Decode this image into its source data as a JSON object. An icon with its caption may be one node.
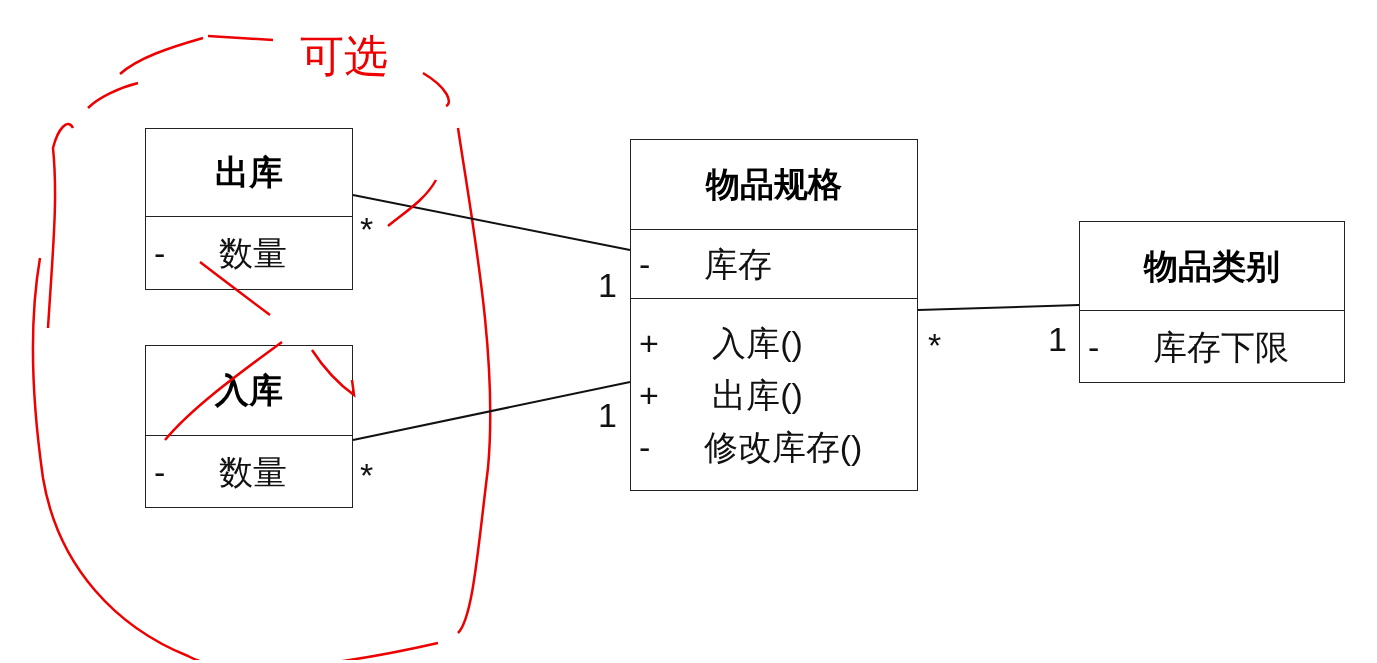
{
  "diagram": {
    "nodes": [
      {
        "text": [
          "可选"
        ]
      },
      {
        "text": [
          "出库",
          "- 数量"
        ],
        "in": 0
      },
      {
        "text": [
          "入库",
          "- 数量"
        ],
        "in": 0
      },
      {
        "text": [
          "物品规格",
          "- 库存",
          "+ 入库()",
          "+ 出库()",
          "- 修改库存()"
        ]
      },
      {
        "text": [
          "物品类别",
          "- 库存下限"
        ]
      }
    ],
    "edges": [
      {
        "from": 1,
        "to": 3,
        "arrow": "none"
      },
      {
        "from": 2,
        "to": 3,
        "arrow": "none"
      },
      {
        "from": 3,
        "to": 4,
        "arrow": "none"
      }
    ],
    "labels": [
      "*",
      "1",
      "*",
      "1",
      "1",
      "*"
    ]
  }
}
